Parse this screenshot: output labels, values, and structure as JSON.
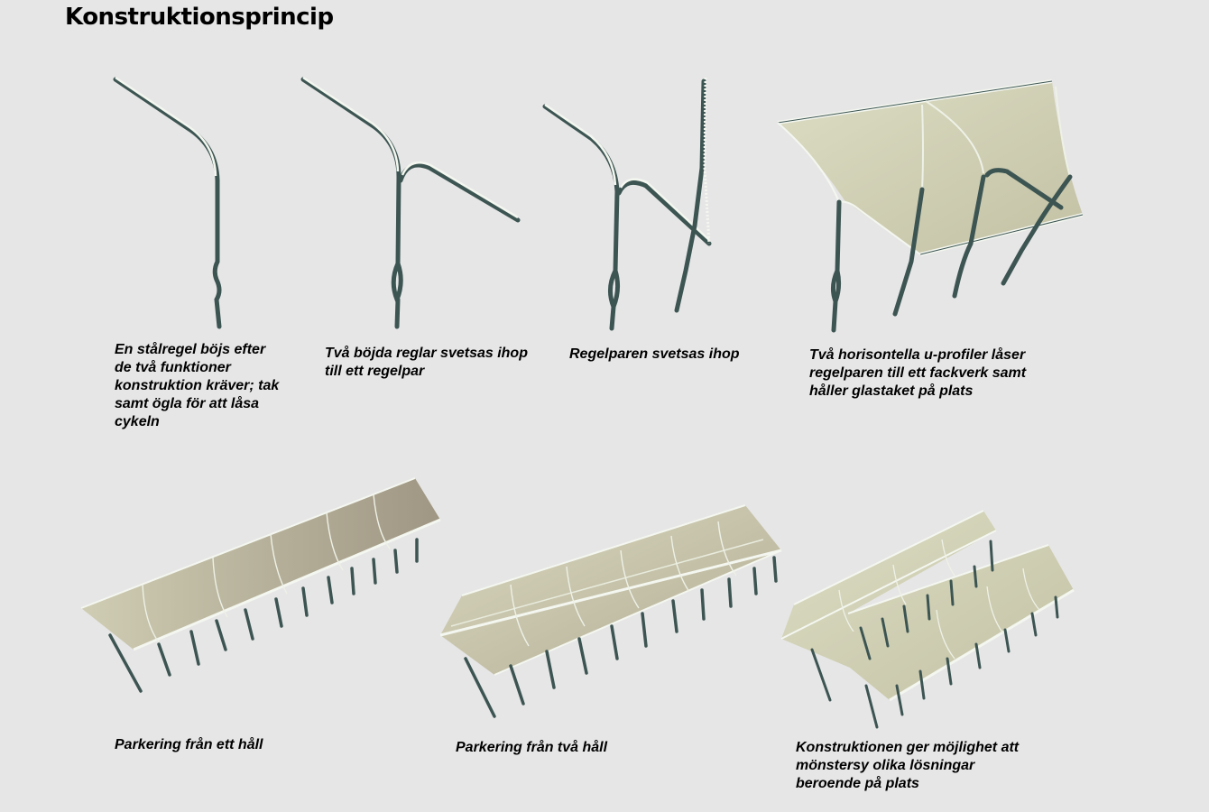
{
  "title": "Konstruktionsprincip",
  "steps": [
    {
      "caption": [
        "En stålregel böjs efter",
        "de två funktioner",
        "konstruktion kräver; tak",
        "samt ögla för att låsa",
        "cykeln"
      ]
    },
    {
      "caption": [
        "Två böjda reglar svetsas ihop",
        "till ett regelpar"
      ]
    },
    {
      "caption": [
        "Regelparen svetsas ihop"
      ]
    },
    {
      "caption": [
        "Två horisontella u-profiler låser",
        "regelparen till ett fackverk samt",
        "håller glastaket på plats"
      ]
    }
  ],
  "layouts": [
    {
      "caption": [
        "Parkering från ett håll"
      ]
    },
    {
      "caption": [
        "Parkering från två håll"
      ]
    },
    {
      "caption": [
        "Konstruktionen ger möjlighet att",
        "mönstersy olika lösningar",
        "beroende på plats"
      ]
    }
  ],
  "colors": {
    "background": "#e6e6e6",
    "steel": "#3d5552",
    "steel_highlight": "#f4f7f0",
    "glass": "#d3d4b8",
    "glass_dark": "#a79d88"
  }
}
